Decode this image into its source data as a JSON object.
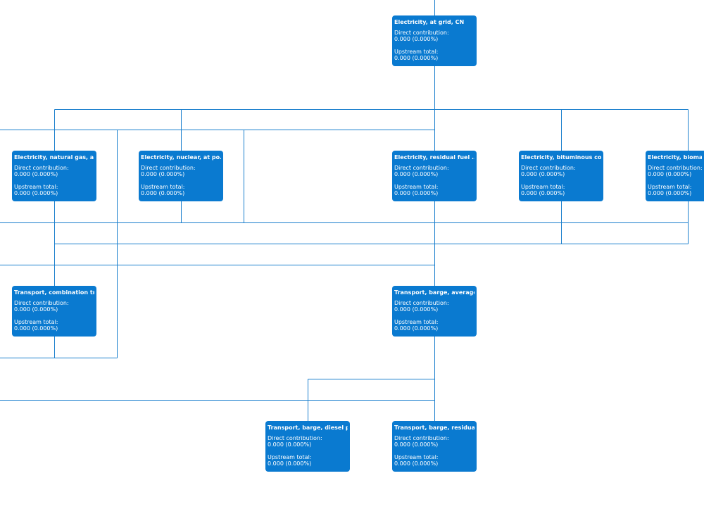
{
  "diagram": {
    "accent_color": "#0a7ad0",
    "line_color": "#1a7fcd",
    "nodes": [
      {
        "id": "grid-cn",
        "title": "Electricity, at grid, CN",
        "direct_label": "Direct contribution:",
        "direct_value": "0.000 (0.000%)",
        "upstream_label": "Upstream total:",
        "upstream_value": "0.000 (0.000%)"
      },
      {
        "id": "natural-gas",
        "title": "Electricity, natural gas, a...",
        "direct_label": "Direct contribution:",
        "direct_value": "0.000 (0.000%)",
        "upstream_label": "Upstream total:",
        "upstream_value": "0.000 (0.000%)"
      },
      {
        "id": "nuclear",
        "title": "Electricity, nuclear, at po...",
        "direct_label": "Direct contribution:",
        "direct_value": "0.000 (0.000%)",
        "upstream_label": "Upstream total:",
        "upstream_value": "0.000 (0.000%)"
      },
      {
        "id": "residual-fuel",
        "title": "Electricity, residual fuel ...",
        "direct_label": "Direct contribution:",
        "direct_value": "0.000 (0.000%)",
        "upstream_label": "Upstream total:",
        "upstream_value": "0.000 (0.000%)"
      },
      {
        "id": "bituminous-coal",
        "title": "Electricity, bituminous coa...",
        "direct_label": "Direct contribution:",
        "direct_value": "0.000 (0.000%)",
        "upstream_label": "Upstream total:",
        "upstream_value": "0.000 (0.000%)"
      },
      {
        "id": "biomass",
        "title": "Electricity, biomass, at",
        "direct_label": "Direct contribution:",
        "direct_value": "0.000 (0.000%)",
        "upstream_label": "Upstream total:",
        "upstream_value": "0.000 (0.000%)"
      },
      {
        "id": "combination-truck",
        "title": "Transport, combination truc...",
        "direct_label": "Direct contribution:",
        "direct_value": "0.000 (0.000%)",
        "upstream_label": "Upstream total:",
        "upstream_value": "0.000 (0.000%)"
      },
      {
        "id": "barge-average",
        "title": "Transport, barge, average f...",
        "direct_label": "Direct contribution:",
        "direct_value": "0.000 (0.000%)",
        "upstream_label": "Upstream total:",
        "upstream_value": "0.000 (0.000%)"
      },
      {
        "id": "barge-diesel",
        "title": "Transport, barge, diesel po...",
        "direct_label": "Direct contribution:",
        "direct_value": "0.000 (0.000%)",
        "upstream_label": "Upstream total:",
        "upstream_value": "0.000 (0.000%)"
      },
      {
        "id": "barge-residual",
        "title": "Transport, barge, residual ...",
        "direct_label": "Direct contribution:",
        "direct_value": "0.000 (0.000%)",
        "upstream_label": "Upstream total:",
        "upstream_value": "0.000 (0.000%)"
      }
    ]
  }
}
